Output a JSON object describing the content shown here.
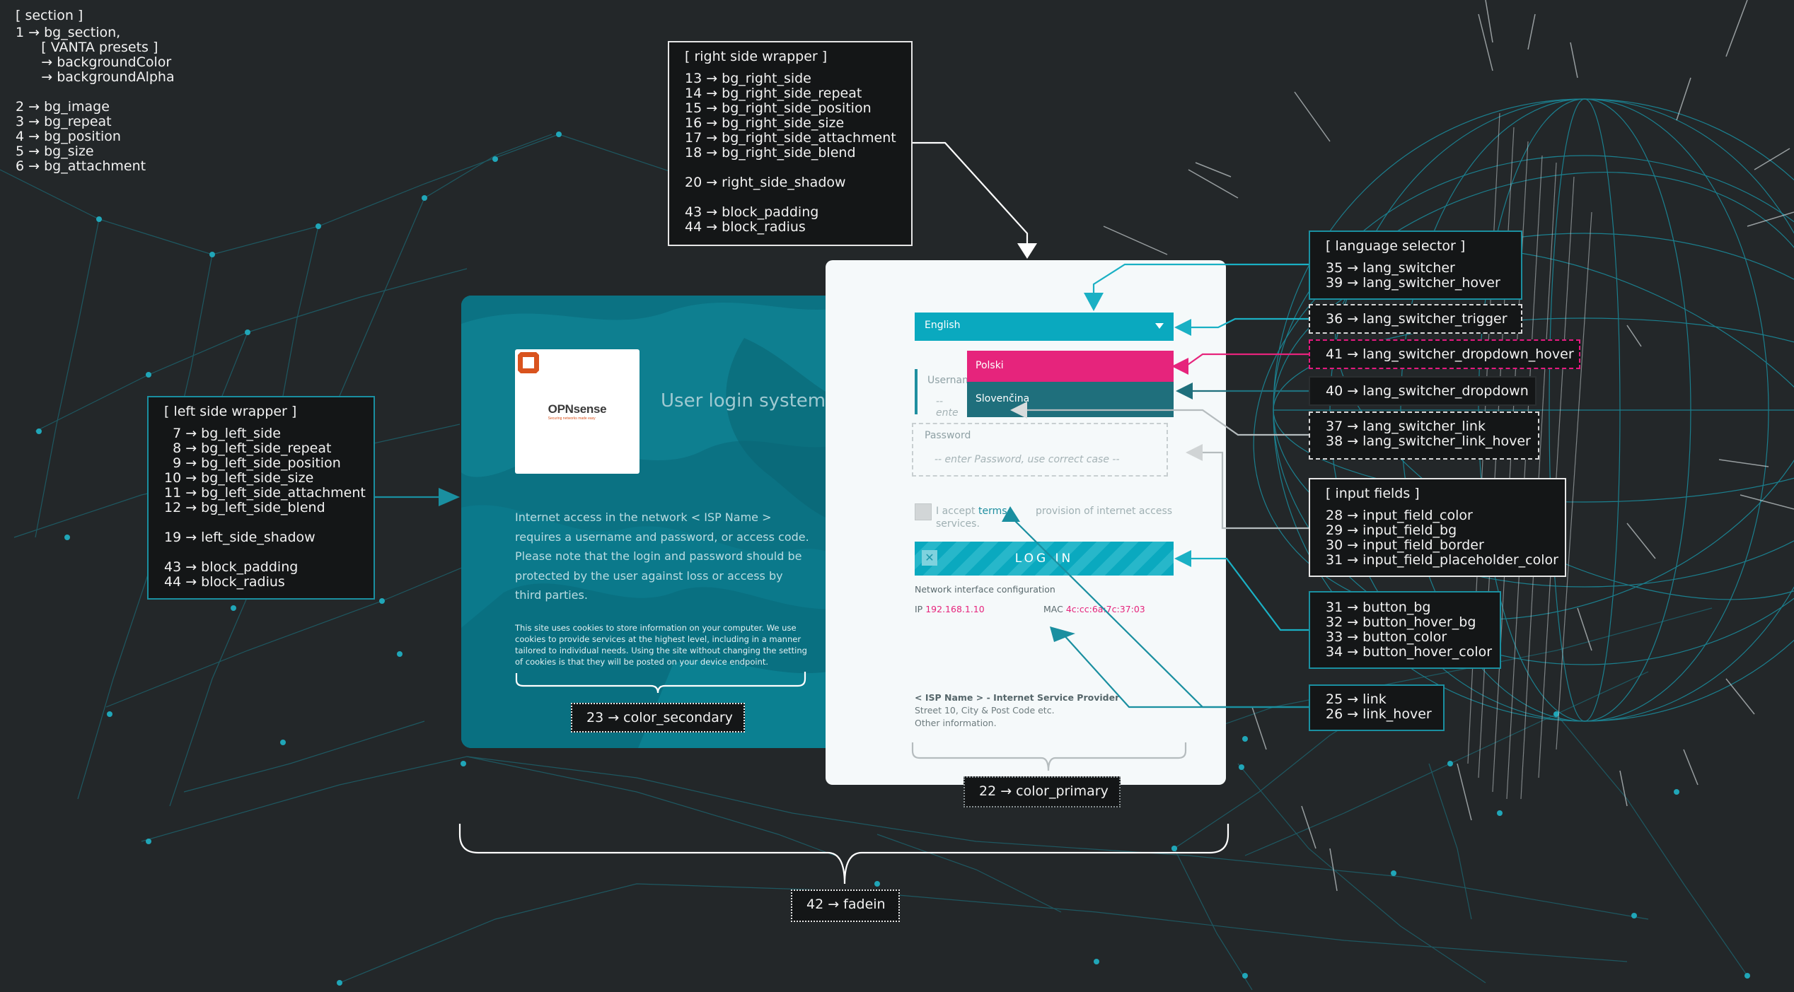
{
  "section": {
    "title": "[ section ]",
    "lines": "1 → bg_section,\n      [ VANTA presets ]\n      → backgroundColor\n      → backgroundAlpha\n\n2 → bg_image\n3 → bg_repeat\n4 → bg_position\n5 → bg_size\n6 → bg_attachment"
  },
  "right_side_wrapper": {
    "title": "[ right side wrapper ]",
    "lines": "13 → bg_right_side\n14 → bg_right_side_repeat\n15 → bg_right_side_position\n16 → bg_right_side_size\n17 → bg_right_side_attachment\n18 → bg_right_side_blend\n\n20 → right_side_shadow\n\n43 → block_padding\n44 → block_radius"
  },
  "left_side_wrapper": {
    "title": "[ left side wrapper ]",
    "lines": "  7 → bg_left_side\n  8 → bg_left_side_repeat\n  9 → bg_left_side_position\n10 → bg_left_side_size\n11 → bg_left_side_attachment\n12 → bg_left_side_blend\n\n19 → left_side_shadow\n\n43 → block_padding\n44 → block_radius"
  },
  "language_selector": {
    "title": "[ language selector ]",
    "lines": "35 → lang_switcher\n39 → lang_switcher_hover"
  },
  "lang_trigger_label": "36 → lang_switcher_trigger",
  "lang_dropdown_hover_label": "41 → lang_switcher_dropdown_hover",
  "lang_dropdown_label": "40 → lang_switcher_dropdown",
  "lang_link_label": "37 → lang_switcher_link\n38 → lang_switcher_link_hover",
  "input_fields": {
    "title": "[ input fields ]",
    "lines": "28 → input_field_color\n29 → input_field_bg\n30 → input_field_border\n31 → input_field_placeholder_color"
  },
  "button_label": "31 → button_bg\n32 → button_hover_bg\n33 → button_color\n34 → button_hover_color",
  "link_label": "25 → link\n26 → link_hover",
  "color_secondary_label": "23 → color_secondary",
  "color_primary_label": "22 → color_primary",
  "fadein_label": "42 → fadein",
  "left_card": {
    "logo_text": "OPNsense",
    "logo_tagline": "Securing networks made easy",
    "title": "User login system",
    "intro": "Internet access in the network < ISP Name > requires a username and password, or access code. Please note that the login and password should be protected by the user against loss or access by third parties.",
    "cookie": "This site uses cookies to store information on your computer. We use cookies to provide services at the highest level, including in a manner tailored to individual needs. Using the site without changing the setting of cookies is that they will be posted on your device endpoint."
  },
  "right_card": {
    "lang_selected": "English",
    "lang_options": [
      "Polski",
      "Slovenčina"
    ],
    "username_label": "Usernam",
    "username_placeholder": "-- ente",
    "password_label": "Password",
    "password_placeholder": "-- enter Password, use correct case --",
    "accept_prefix": "I accept",
    "accept_link": "terms",
    "accept_suffix": "provision of internet access services.",
    "login_button": "LOG IN",
    "login_icon": "✕",
    "network_title": "Network interface configuration",
    "ip_label": "IP",
    "ip_value": "192.168.1.10",
    "mac_label": "MAC",
    "mac_value": "4c:cc:6a:7c:37:03",
    "isp_name": "< ISP Name > - Internet Service Provider",
    "isp_address": "Street 10, City & Post Code etc.",
    "isp_other": "Other information."
  },
  "colors": {
    "background": "#232729",
    "primary": "#0aa9bf",
    "secondary": "#0d6f7f",
    "hover_pink": "#e6247c",
    "network_lines": "#1a8fa0"
  }
}
